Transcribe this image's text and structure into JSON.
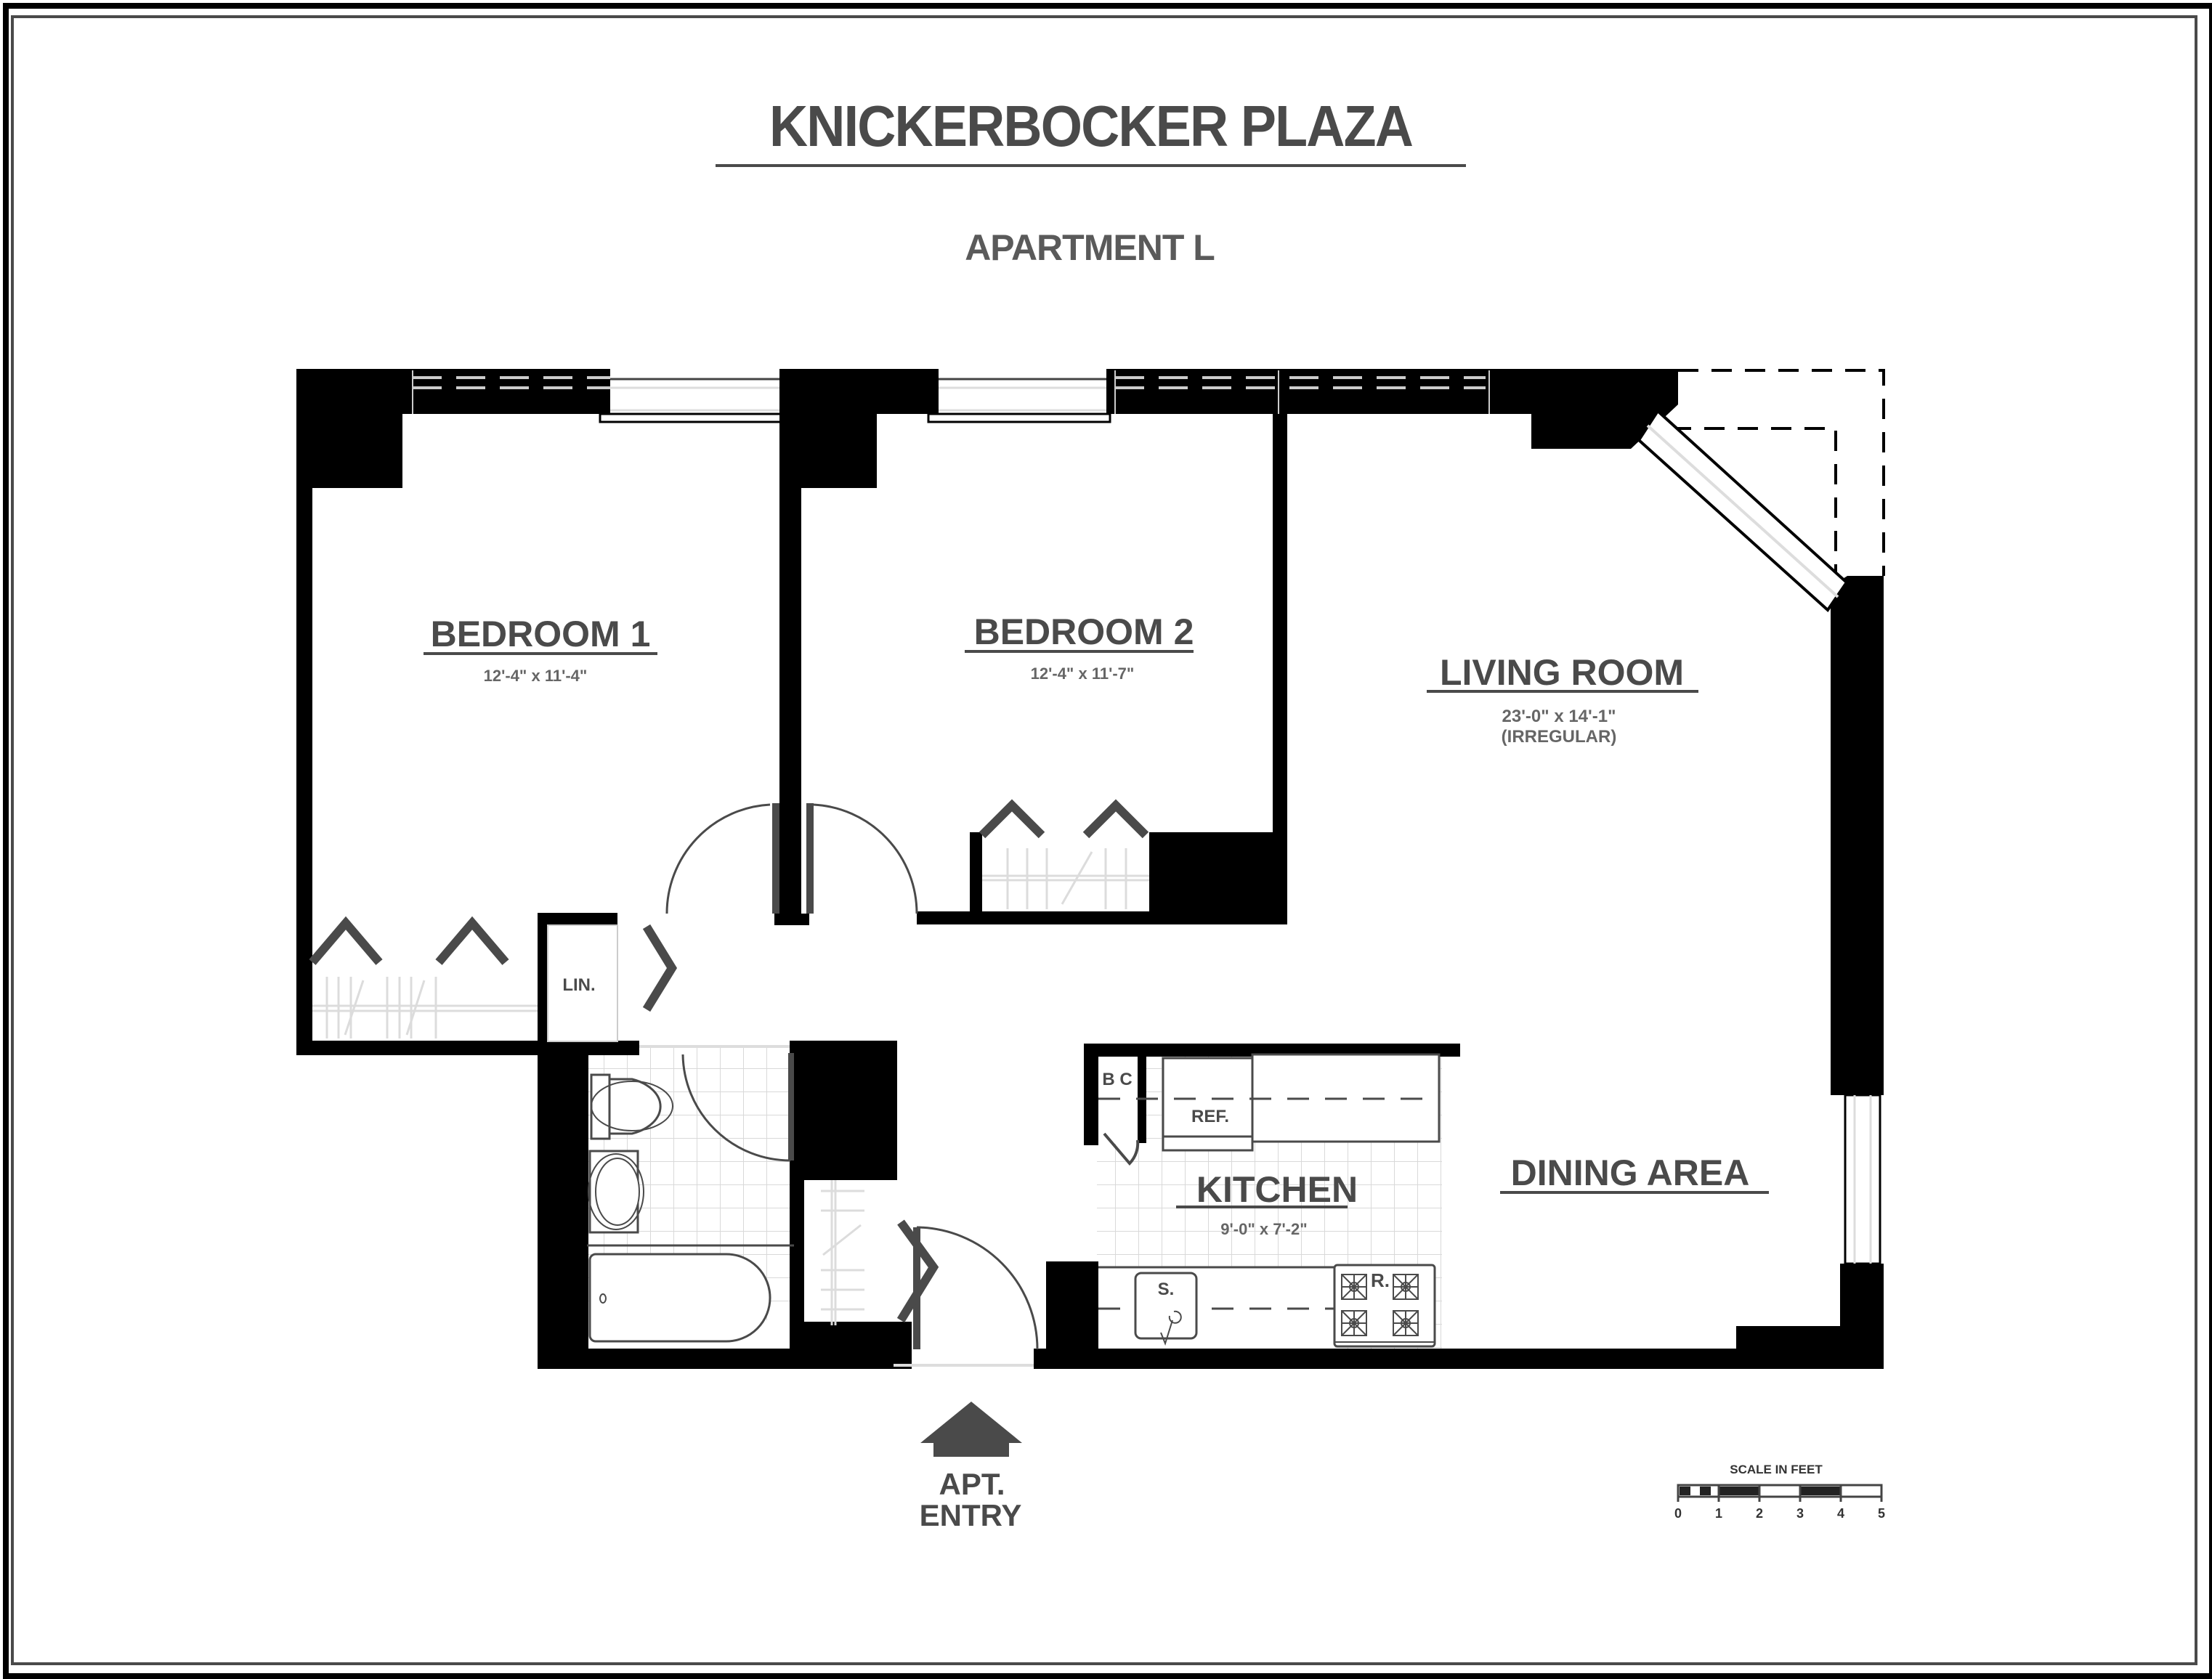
{
  "header": {
    "title": "KNICKERBOCKER PLAZA",
    "subtitle": "APARTMENT L"
  },
  "rooms": {
    "bedroom1": {
      "name": "BEDROOM 1",
      "dimensions": "12'-4\" x 11'-4\""
    },
    "bedroom2": {
      "name": "BEDROOM 2",
      "dimensions": "12'-4\" x 11'-7\""
    },
    "living_room": {
      "name": "LIVING ROOM",
      "dimensions": "23'-0\" x 14'-1\"",
      "note": "(IRREGULAR)"
    },
    "kitchen": {
      "name": "KITCHEN",
      "dimensions": "9'-0\" x 7'-2\""
    },
    "dining_area": {
      "name": "DINING AREA"
    }
  },
  "fixtures": {
    "linen_closet": "LIN.",
    "broom_closet": "B C",
    "refrigerator": "REF.",
    "sink": "S.",
    "range": "R."
  },
  "entry": {
    "line1": "APT.",
    "line2": "ENTRY"
  },
  "scale": {
    "title": "SCALE IN FEET",
    "ticks": [
      "0",
      "1",
      "2",
      "3",
      "4",
      "5"
    ]
  },
  "colors": {
    "wall": "#000000",
    "text": "#4a4a4a",
    "fixture_line": "#4a4a4a",
    "tile_grid": "#d9d9d9"
  }
}
